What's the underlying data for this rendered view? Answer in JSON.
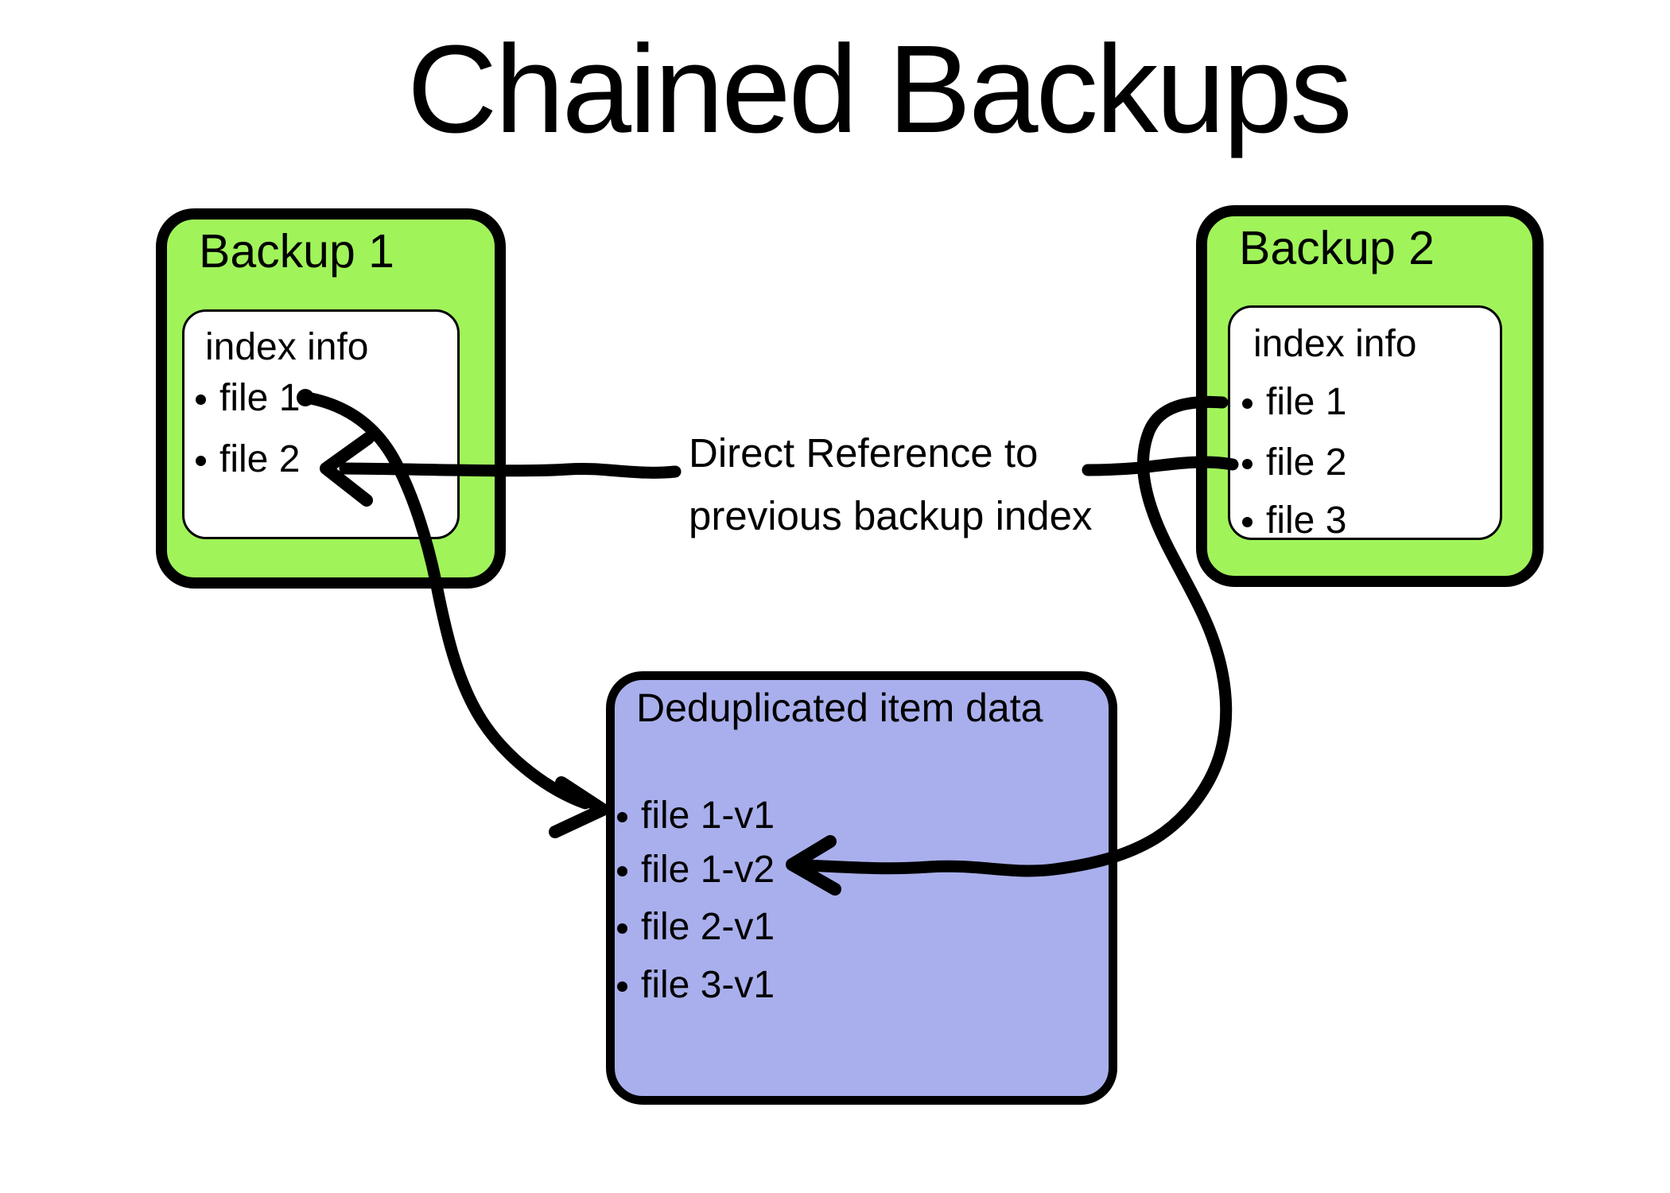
{
  "title": "Chained Backups",
  "colors": {
    "backup_box_green": "#A0F45A",
    "dedup_box_purple": "#A9AFEC",
    "stroke_black": "#000000",
    "background_white": "#FFFFFF"
  },
  "backup1": {
    "label": "Backup 1",
    "index_title": "index info",
    "files": [
      "file 1",
      "file 2"
    ]
  },
  "backup2": {
    "label": "Backup 2",
    "index_title": "index info",
    "files": [
      "file 1",
      "file 2",
      "file 3"
    ]
  },
  "dedup": {
    "title": "Deduplicated item data",
    "items": [
      "file 1-v1",
      "file 1-v2",
      "file 2-v1",
      "file 3-v1"
    ]
  },
  "reference_note": {
    "line1": "Direct Reference to",
    "line2": "previous backup index"
  },
  "arrows": [
    {
      "name": "direct-reference-arrow",
      "from": "Backup 2 file 2",
      "to": "Backup 1 file 2"
    },
    {
      "name": "backup1-file1-to-dedup-arrow",
      "from": "Backup 1 file 1",
      "to": "file 1-v1"
    },
    {
      "name": "backup2-file1-to-dedup-arrow",
      "from": "Backup 2 file 1",
      "to": "file 1-v2"
    }
  ]
}
